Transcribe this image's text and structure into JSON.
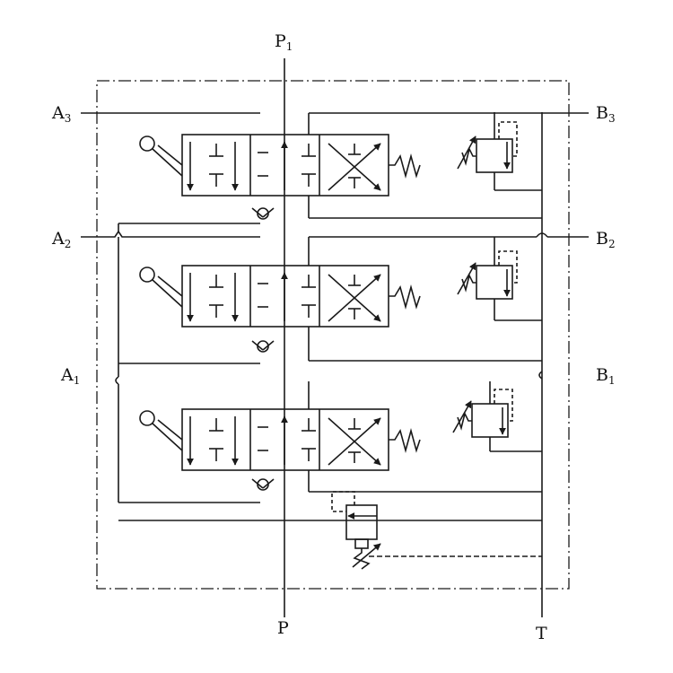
{
  "diagram": {
    "ports": {
      "p1": {
        "main": "P",
        "sub": "1"
      },
      "a3": {
        "main": "A",
        "sub": "3"
      },
      "b3": {
        "main": "B",
        "sub": "3"
      },
      "a2": {
        "main": "A",
        "sub": "2"
      },
      "b2": {
        "main": "B",
        "sub": "2"
      },
      "a1": {
        "main": "A",
        "sub": "1"
      },
      "b1": {
        "main": "B",
        "sub": "1"
      },
      "p": {
        "main": "P",
        "sub": ""
      },
      "t": {
        "main": "T",
        "sub": ""
      }
    },
    "sections": [
      {
        "id": "section-3"
      },
      {
        "id": "section-2"
      },
      {
        "id": "section-1"
      }
    ],
    "colors": {
      "line": "#1a1a1a",
      "background": "#ffffff"
    }
  }
}
